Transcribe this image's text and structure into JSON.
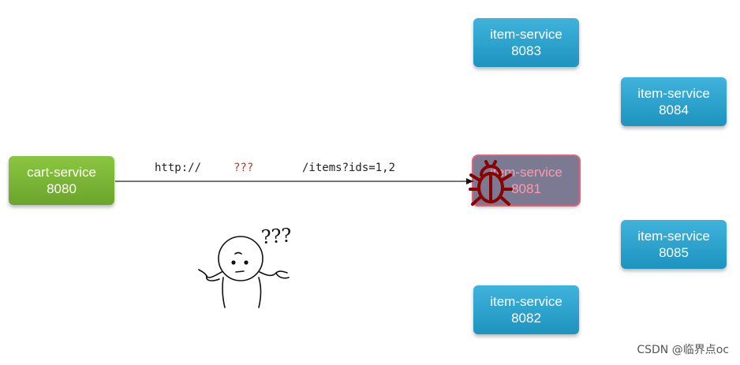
{
  "cart": {
    "name": "cart-service",
    "port": "8080"
  },
  "items": [
    {
      "name": "item-service",
      "port": "8083"
    },
    {
      "name": "item-service",
      "port": "8084"
    },
    {
      "name": "item-service",
      "port": "8081",
      "status": "down"
    },
    {
      "name": "item-service",
      "port": "8085"
    },
    {
      "name": "item-service",
      "port": "8082"
    }
  ],
  "request": {
    "scheme": "http://",
    "host": "???",
    "path": "/items?ids=1,2"
  },
  "figure": {
    "thought": "???"
  },
  "icons": {
    "down_marker": "bug-icon",
    "confused_person": "confused-person-icon"
  },
  "colors": {
    "item_node": "#2aa3cf",
    "cart_node": "#7cb83a",
    "down_node": "#7b7a92",
    "bug": "#8a0000"
  },
  "watermark": "CSDN @临界点oc"
}
